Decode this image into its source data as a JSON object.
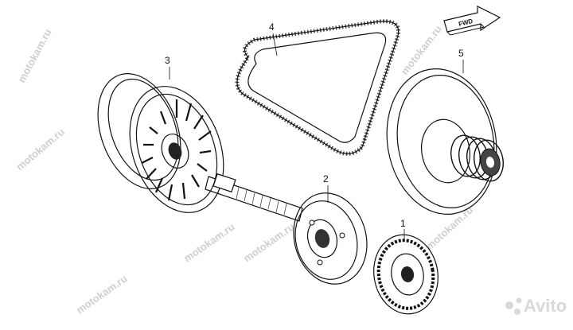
{
  "callouts": {
    "p1": "1",
    "p2": "2",
    "p3": "3",
    "p4": "4",
    "p5": "5"
  },
  "direction_badge": "FWD",
  "watermark": {
    "text": "motokam.ru",
    "color": "#cfcfcf"
  },
  "brand_badge": {
    "text": "Avito",
    "color": "#d9d9d9"
  }
}
